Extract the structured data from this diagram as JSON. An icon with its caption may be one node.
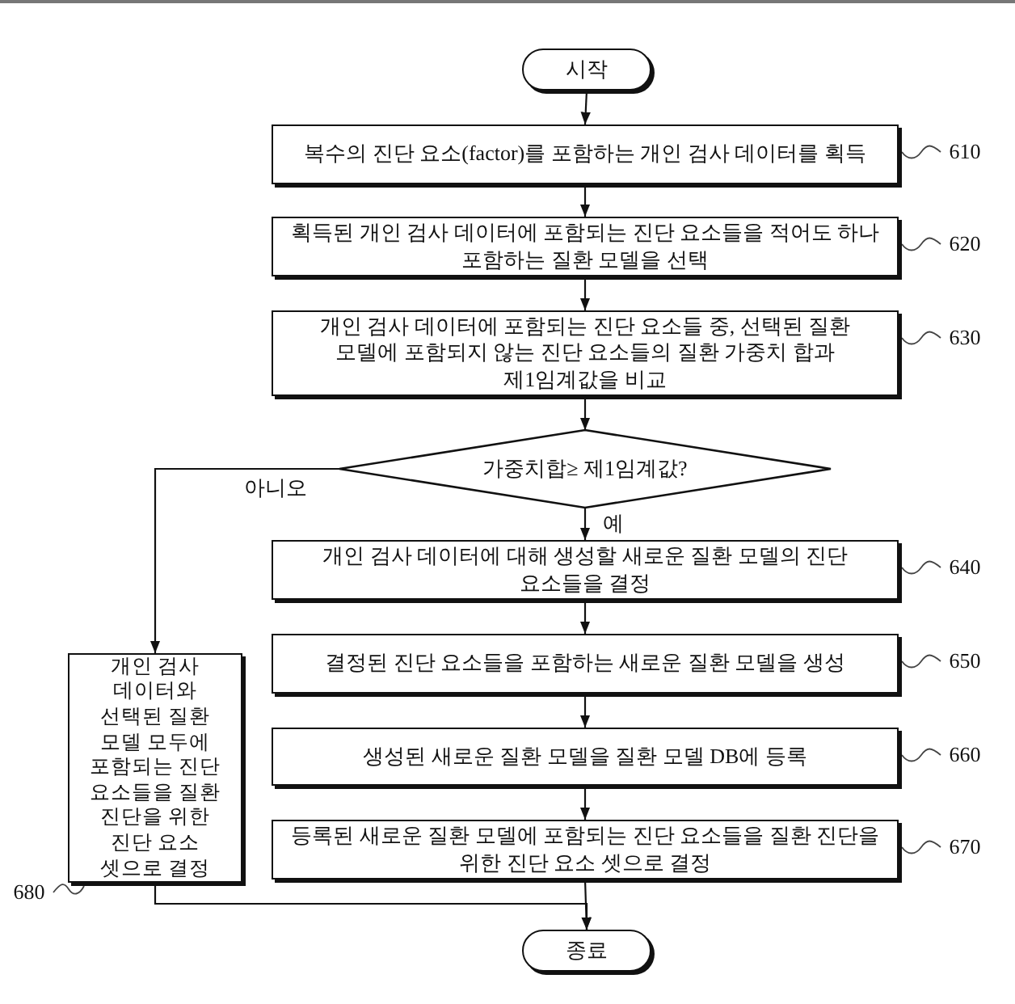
{
  "diagram": {
    "nodes": [
      {
        "text": [
          "시작"
        ]
      },
      {
        "text": [
          "복수의 진단 요소(factor)를 포함하는 개인 검사 데이터를 획득"
        ]
      },
      {
        "text": [
          "획득된 개인 검사 데이터에 포함되는 진단 요소들을 적어도 하나 포함하는 질환 모델을 선택"
        ]
      },
      {
        "text": [
          "개인 검사 데이터에 포함되는 진단 요소들 중, 선택된 질환 모델에 포함되지 않는 진단 요소들의 질환 가중치 합과 제1임계값을 비교"
        ]
      },
      {
        "text": [
          "가중치합≥ 제1임계값?"
        ]
      },
      {
        "text": [
          "개인 검사 데이터에 대해 생성할 새로운 질환 모델의 진단 요소들을 결정"
        ]
      },
      {
        "text": [
          "결정된 진단 요소들을 포함하는 새로운 질환 모델을 생성"
        ]
      },
      {
        "text": [
          "생성된 새로운 질환 모델을 질환 모델 DB에 등록"
        ]
      },
      {
        "text": [
          "등록된 새로운 질환 모델에 포함되는 진단 요소들을 질환 진단을 위한 진단 요소 셋으로 결정"
        ]
      },
      {
        "text": [
          "개인 검사 데이터와 선택된 질환 모델 모두에 포함되는 진단 요소들을 질환 진단을 위한 진단 요소 셋으로 결정"
        ]
      },
      {
        "text": [
          "종료"
        ]
      },
      {
        "text": [
          "610"
        ]
      },
      {
        "text": [
          "620"
        ]
      },
      {
        "text": [
          "630"
        ]
      },
      {
        "text": [
          "640"
        ]
      },
      {
        "text": [
          "650"
        ]
      },
      {
        "text": [
          "660"
        ]
      },
      {
        "text": [
          "670"
        ]
      },
      {
        "text": [
          "680"
        ]
      }
    ],
    "edges": [
      {
        "from": 0,
        "to": 1,
        "arrow": "to"
      },
      {
        "from": 1,
        "to": 2,
        "arrow": "to"
      },
      {
        "from": 2,
        "to": 3,
        "arrow": "to"
      },
      {
        "from": 3,
        "to": 4,
        "arrow": "to"
      },
      {
        "from": 4,
        "to": 5,
        "arrow": "to",
        "label": "예"
      },
      {
        "from": 4,
        "to": 9,
        "arrow": "to",
        "label": "아니오"
      },
      {
        "from": 5,
        "to": 6,
        "arrow": "to"
      },
      {
        "from": 6,
        "to": 7,
        "arrow": "to"
      },
      {
        "from": 7,
        "to": 8,
        "arrow": "to"
      },
      {
        "from": 8,
        "to": 10,
        "arrow": "to"
      },
      {
        "from": 9,
        "to": 10,
        "arrow": "to"
      },
      {
        "from": 11,
        "to": 1,
        "arrow": "none"
      },
      {
        "from": 12,
        "to": 2,
        "arrow": "none"
      },
      {
        "from": 13,
        "to": 3,
        "arrow": "none"
      },
      {
        "from": 14,
        "to": 5,
        "arrow": "none"
      },
      {
        "from": 15,
        "to": 6,
        "arrow": "none"
      },
      {
        "from": 16,
        "to": 7,
        "arrow": "none"
      },
      {
        "from": 17,
        "to": 8,
        "arrow": "none"
      },
      {
        "from": 18,
        "to": 9,
        "arrow": "none"
      }
    ]
  }
}
